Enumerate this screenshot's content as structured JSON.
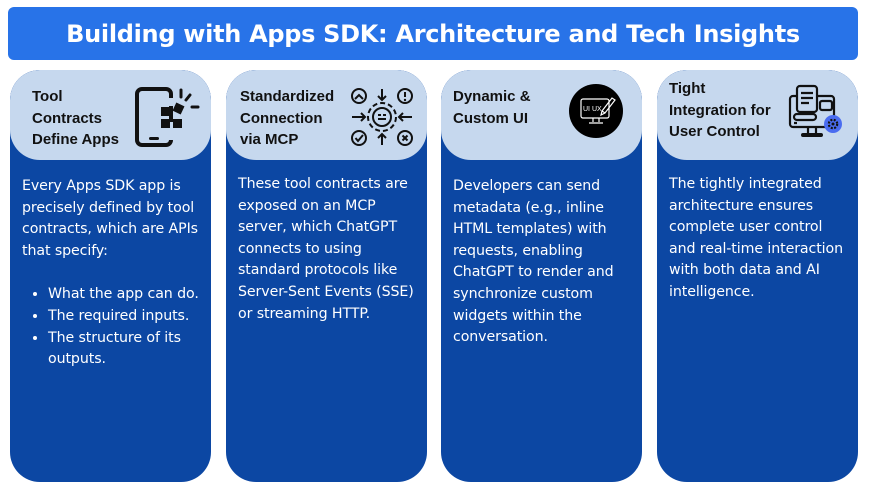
{
  "title": "Building with Apps SDK: Architecture and Tech Insights",
  "colors": {
    "title_bar": "#2873e8",
    "card_body": "#0c47a3",
    "card_header": "#c6d8ee",
    "icon_accent": "#4a6cf0"
  },
  "cards": [
    {
      "title_lines": [
        "Tool",
        "Contracts",
        "Define Apps"
      ],
      "icon": "mobile-app-grid-icon",
      "body": "Every Apps SDK app is precisely defined by tool contracts, which are APIs that specify:",
      "bullets": [
        "What the app can do.",
        "The required inputs.",
        "The structure of its outputs."
      ]
    },
    {
      "title_lines": [
        "Standardized",
        "Connection",
        "via MCP"
      ],
      "icon": "gear-connection-icon",
      "body": "These tool contracts are exposed on an MCP server, which ChatGPT connects to using standard protocols like Server-Sent Events (SSE) or streaming HTTP."
    },
    {
      "title_lines": [
        "Dynamic &",
        "Custom UI"
      ],
      "icon": "ui-ux-monitor-icon",
      "icon_text": "UI UX",
      "body": "Developers can send metadata (e.g., inline HTML templates) with requests, enabling ChatGPT to render and synchronize custom widgets within the conversation."
    },
    {
      "title_lines": [
        "Tight",
        "Integration for",
        "User Control"
      ],
      "icon": "monitor-settings-icon",
      "body": "The tightly integrated architecture ensures complete user control and real-time interaction with both data and AI intelligence."
    }
  ]
}
